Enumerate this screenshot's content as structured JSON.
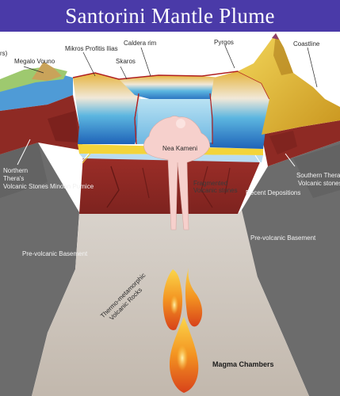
{
  "title": "Santorini Mantle Plume",
  "labels": {
    "rs": "rs)",
    "megalo_vouno": "Megalo Vouno",
    "mikros_profitis_ilias": "Mikros Profitis Ilias",
    "caldera_rim": "Caldera rim",
    "skaros": "Skaros",
    "pyrgos": "Pyrgos",
    "coastline": "Coastline",
    "nea_kameni": "Nea Kameni",
    "northern_thera_line1": "Northern",
    "northern_thera_line2": "Thera's",
    "northern_thera_line3": "Volcanic Stones",
    "minoan_pumice": "Minoan Pumice",
    "fragmented_line1": "Fragmented",
    "fragmented_line2": "Volcanic stones",
    "recent_depositions": "Recent Depositions",
    "southern_thera_line1": "Southern Thera's",
    "southern_thera_line2": "Volcanic stones",
    "prevolcanic_basement_left": "Pre-volcanic Basement",
    "prevolcanic_basement_right": "Pre-volcanic Basement",
    "thermo_line1": "Thermo-metamorphic",
    "thermo_line2": "Volcanic Rocks",
    "magma_chambers": "Magma Chambers"
  },
  "colors": {
    "title_bar": "#4a3aa8",
    "basement": "#6e6e6e",
    "crust_red": "#8e2a24",
    "plume": "#f6d0cc",
    "magma": "#f08a1c",
    "water": "#7fc9ea"
  }
}
